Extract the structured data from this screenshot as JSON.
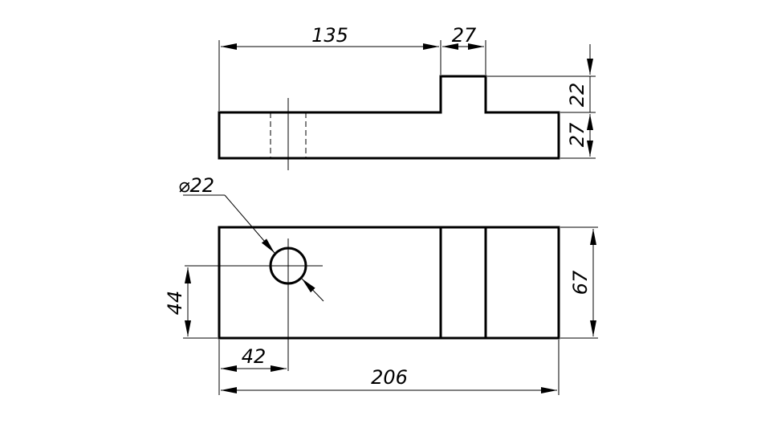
{
  "dimensions": {
    "top_length": "135",
    "top_step_width": "27",
    "step_height": "22",
    "base_height": "27",
    "hole_diameter": "⌀22",
    "hole_y": "44",
    "hole_x": "42",
    "width": "67",
    "total_length": "206"
  },
  "colors": {
    "line": "#000000",
    "background": "#ffffff"
  }
}
